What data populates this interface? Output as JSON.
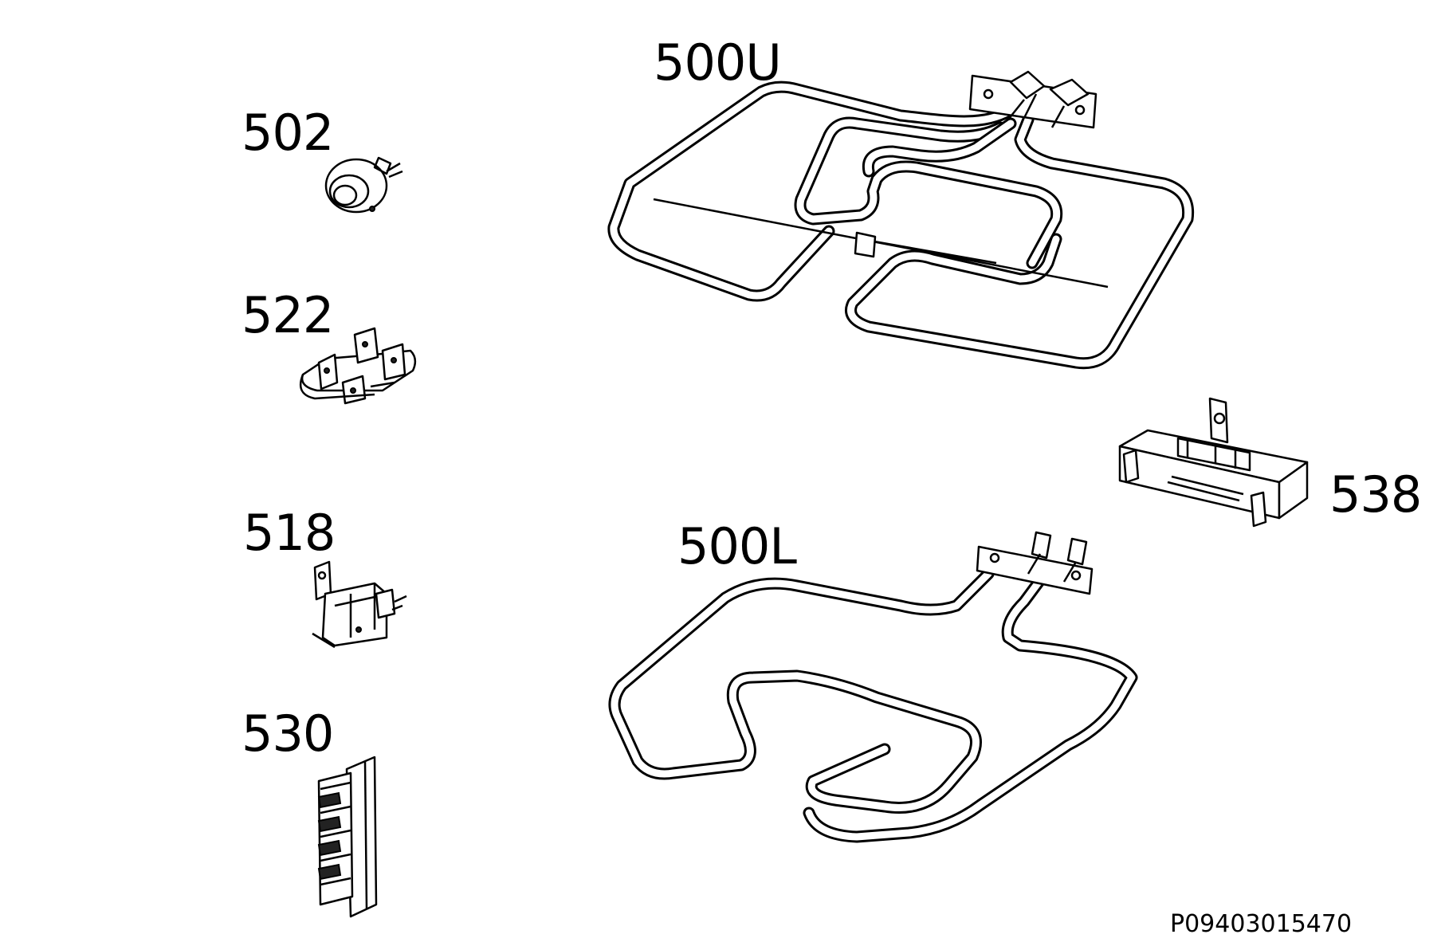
{
  "diagram": {
    "parts": [
      {
        "id": "part-500u",
        "label": "500U"
      },
      {
        "id": "part-502",
        "label": "502"
      },
      {
        "id": "part-522",
        "label": "522"
      },
      {
        "id": "part-518",
        "label": "518"
      },
      {
        "id": "part-530",
        "label": "530"
      },
      {
        "id": "part-500l",
        "label": "500L"
      },
      {
        "id": "part-538",
        "label": "538"
      }
    ],
    "drawing_code": "P09403015470"
  }
}
